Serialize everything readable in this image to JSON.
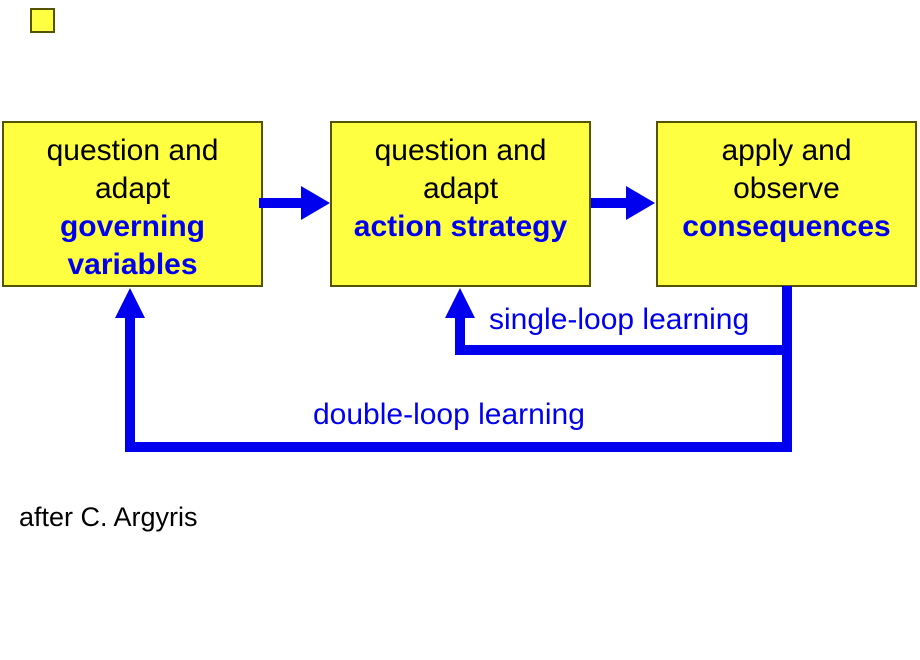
{
  "colors": {
    "background": "#ffffff",
    "box_fill": "#ffff42",
    "box_border": "#545400",
    "blue": "#0000ee",
    "text_black": "#000000"
  },
  "boxes": [
    {
      "line1": "question and",
      "line2": "adapt",
      "highlight": "governing variables"
    },
    {
      "line1": "question and",
      "line2": "adapt",
      "highlight": "action strategy"
    },
    {
      "line1": "apply and",
      "line2": "observe",
      "highlight": "consequences"
    }
  ],
  "labels": {
    "single_loop": "single-loop learning",
    "double_loop": "double-loop learning",
    "caption": "after C. Argyris"
  }
}
